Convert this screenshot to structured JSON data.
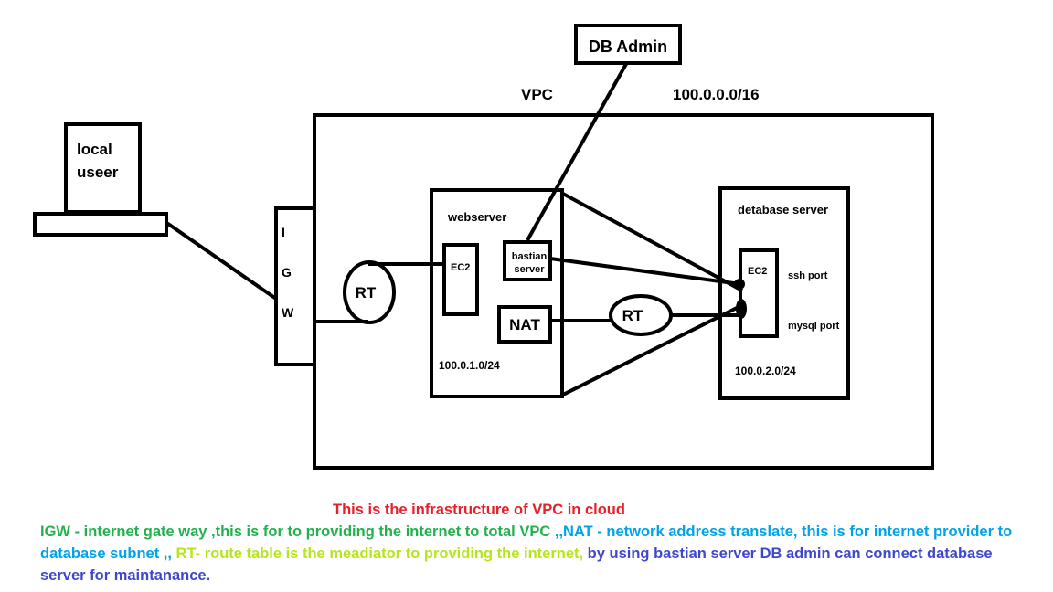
{
  "diagram": {
    "db_admin": "DB Admin",
    "vpc_label": "VPC",
    "vpc_cidr": "100.0.0.0/16",
    "local_user_line1": "local",
    "local_user_line2": "useer",
    "igw_letters": [
      "I",
      "G",
      "W"
    ],
    "rt_left": "RT",
    "webserver_label": "webserver",
    "web_ec2": "EC2",
    "bastion_line1": "bastian",
    "bastion_line2": "server",
    "nat": "NAT",
    "web_cidr": "100.0.1.0/24",
    "rt_middle": "RT",
    "database_label": "detabase server",
    "db_ec2": "EC2",
    "ssh_port": "ssh port",
    "mysql_port": "mysql port",
    "db_cidr": "100.0.2.0/24"
  },
  "notes": {
    "title": "This is the infrastructure of VPC in cloud",
    "igw_text": "IGW - internet gate way ,this is for to providing the internet to total VPC ",
    "nat_text": " ,,NAT - network address translate, this is for internet provider to database subnet ,, ",
    "rt_text": "RT- route table is the meadiator to providing the internet,",
    "bastion_text": " by using bastian server DB admin can connect database server  for maintanance."
  },
  "colors": {
    "title": "#e8202a",
    "igw_text": "#22b14c",
    "nat_text": "#00a2e8",
    "rt_text": "#b5e61d",
    "bastion_text": "#3f48cc"
  }
}
